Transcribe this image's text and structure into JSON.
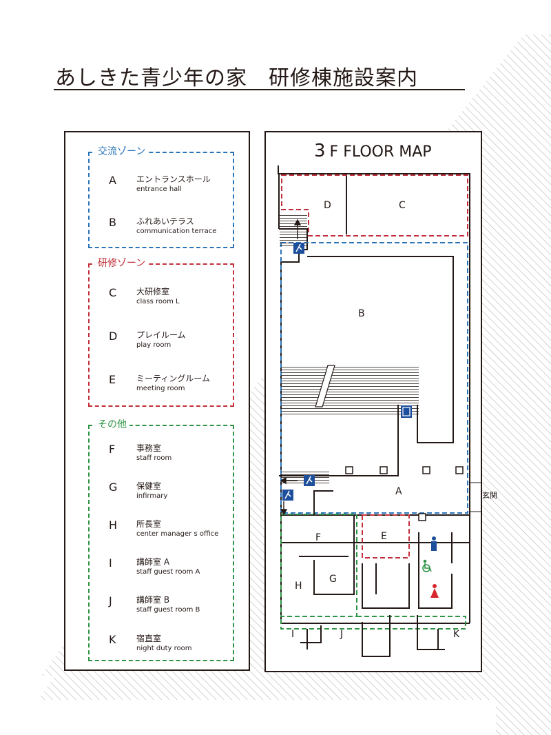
{
  "title": "あしきた青少年の家　研修棟施設案内",
  "legend": {
    "zones": [
      {
        "name": "交流ゾーン",
        "color": "#2a74b8",
        "items": [
          {
            "letter": "A",
            "jp": "エントランスホール",
            "en": "entrance hall"
          },
          {
            "letter": "B",
            "jp": "ふれあいテラス",
            "en": "communication terrace"
          }
        ]
      },
      {
        "name": "研修ゾーン",
        "color": "#c22f3a",
        "items": [
          {
            "letter": "C",
            "jp": "大研修室",
            "en": "class room L"
          },
          {
            "letter": "D",
            "jp": "プレイルーム",
            "en": "play room"
          },
          {
            "letter": "E",
            "jp": "ミーティングルーム",
            "en": "meeting room"
          }
        ]
      },
      {
        "name": "その他",
        "color": "#2e9444",
        "items": [
          {
            "letter": "F",
            "jp": "事務室",
            "en": "staff room"
          },
          {
            "letter": "G",
            "jp": "保健室",
            "en": "infirmary"
          },
          {
            "letter": "H",
            "jp": "所長室",
            "en": "center manager s office"
          },
          {
            "letter": "I",
            "jp": "講師室 A",
            "en": "staff guest room A"
          },
          {
            "letter": "J",
            "jp": "講師室 B",
            "en": "staff guest room B"
          },
          {
            "letter": "K",
            "jp": "宿直室",
            "en": "night duty room"
          }
        ]
      }
    ]
  },
  "map": {
    "floor_number": "3",
    "floor_suffix": "F",
    "floor_label": "FLOOR MAP",
    "entrance_label": "玄関",
    "room_letters": {
      "A": "A",
      "B": "B",
      "C": "C",
      "D": "D",
      "E": "E",
      "F": "F",
      "G": "G",
      "H": "H",
      "I": "I",
      "J": "J",
      "K": "K"
    },
    "icons": [
      "emergency-exit-icon",
      "elevator-icon",
      "male-toilet-icon",
      "female-toilet-icon",
      "wheelchair-icon",
      "stairs-arrow-icon"
    ],
    "colors": {
      "zone_blue": "#2a74b8",
      "zone_red": "#c22f3a",
      "zone_green": "#2e9444",
      "sign_blue": "#1d4f9c",
      "female_red": "#d6262e",
      "wheelchair_green": "#2e9444",
      "line": "#231815"
    }
  }
}
